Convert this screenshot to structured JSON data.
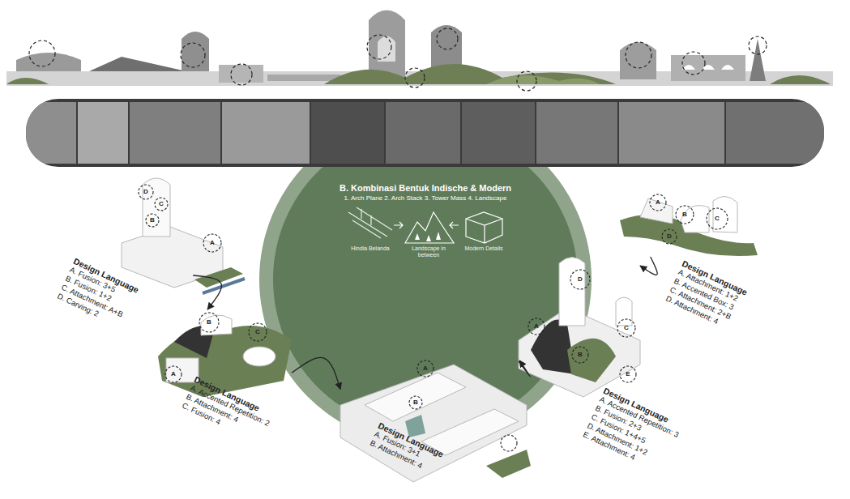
{
  "diagram": {
    "nodes": [
      {
        "text": [
          "B. Kombinasi Bentuk Indische & Modern",
          "1. Arch Plane 2. Arch Stack 3. Tower Mass 4. Landscape"
        ]
      },
      {
        "text": [
          "Design Language",
          "A. Fusion: 3+5",
          "B. Fusion: 1+2",
          "C. Attachment: A+B",
          "D. Carving: 2"
        ]
      },
      {
        "text": [
          "Design Language",
          "A. Accented Repetition: 2",
          "B. Attachment: 4",
          "C. Fusion: 4"
        ]
      },
      {
        "text": [
          "Design Language",
          "A. Fusion: 3+1",
          "B. Attachment: 4"
        ]
      },
      {
        "text": [
          "Design Language",
          "A. Accented Repetition: 3",
          "B. Fusion: 2+3",
          "C. Fusion: 1+4+5",
          "D. Attachment: 1+2",
          "E. Attachment: 4"
        ]
      },
      {
        "text": [
          "Design Language",
          "A. Attachment: 1+2",
          "B. Accented Box: 3",
          "C. Attachment: 2+B",
          "D. Attachment: 4"
        ]
      }
    ],
    "edges": [
      {
        "from": 1,
        "to": 2,
        "arrow": "to"
      },
      {
        "from": 2,
        "to": 3,
        "arrow": "to"
      },
      {
        "from": 4,
        "to": 3,
        "arrow": "to"
      },
      {
        "from": 5,
        "to": 4,
        "arrow": "to"
      }
    ],
    "labels": [
      "Hindia Belanda",
      "Landscape in between",
      "Modern Details",
      "D",
      "C",
      "B",
      "A",
      "B",
      "C",
      "A",
      "A",
      "B",
      "D",
      "A",
      "C",
      "B",
      "E",
      "A",
      "B",
      "C",
      "D"
    ]
  }
}
